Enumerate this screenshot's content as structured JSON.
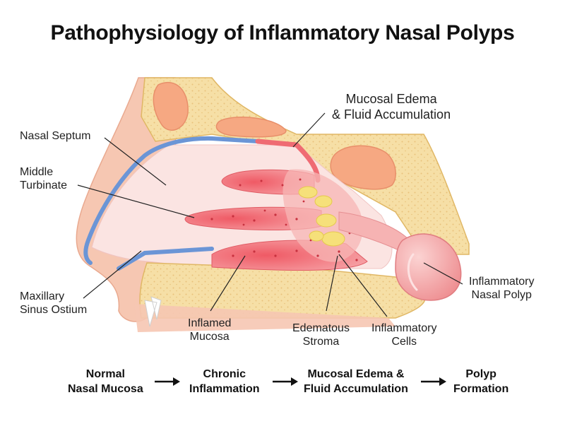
{
  "title": "Pathophysiology of Inflammatory Nasal Polyps",
  "labels": {
    "nasal_septum": "Nasal Septum",
    "middle_turbinate": [
      "Middle",
      "Turbinate"
    ],
    "maxillary_sinus_ostium": [
      "Maxillary",
      "Sinus Ostium"
    ],
    "mucosal_edema": [
      "Mucosal Edema",
      "& Fluid Accumulation"
    ],
    "inflammatory_polyp": [
      "Inflammatory",
      "Nasal Polyp"
    ],
    "inflamed_mucosa": [
      "Inflamed",
      "Mucosa"
    ],
    "edematous_stroma": [
      "Edematous",
      "Stroma"
    ],
    "inflammatory_cells": [
      "Inflammatory",
      "Cells"
    ]
  },
  "flow": [
    [
      "Normal",
      "Nasal Mucosa"
    ],
    [
      "Chronic",
      "Inflammation"
    ],
    [
      "Mucosal Edema &",
      "Fluid Accumulation"
    ],
    [
      "Polyp",
      "Formation"
    ]
  ],
  "colors": {
    "bone": "#f6dfa6",
    "bone_outline": "#e0b765",
    "tissue": "#f6c7b2",
    "cavity": "#fbe4e2",
    "normal_mucosa": "#6b95d6",
    "inflamed": "#ef6b73",
    "polyp": "#f3a7a8",
    "fluid": "#f6e07a",
    "sinus": "#f6a882"
  }
}
